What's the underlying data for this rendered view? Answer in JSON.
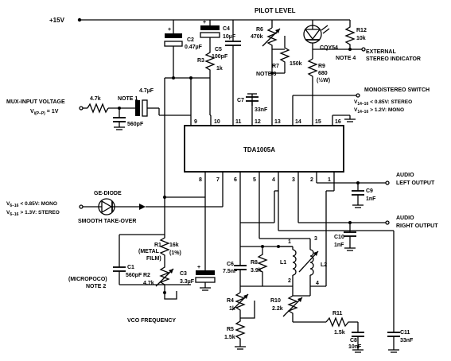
{
  "supply": "+15V",
  "pilot_level": "PILOT LEVEL",
  "ic": {
    "name": "TDA1005A",
    "pins_top": [
      "9",
      "10",
      "11",
      "12",
      "13",
      "14",
      "15",
      "16"
    ],
    "pins_bottom": [
      "8",
      "7",
      "6",
      "5",
      "4",
      "3",
      "2",
      "1"
    ]
  },
  "parts": {
    "c2": [
      "C2",
      "0.47µF"
    ],
    "c4": [
      "C4",
      "10µF"
    ],
    "r3": [
      "R3",
      "1k"
    ],
    "c5": [
      "C5",
      "100pF"
    ],
    "r6": [
      "R6",
      "470k"
    ],
    "r7": [
      "R7",
      "150k"
    ],
    "note3": "NOTE 3",
    "cqy": "CQY54",
    "r12": [
      "R12",
      "10k"
    ],
    "note4": "NOTE 4",
    "r9": [
      "R9",
      "680",
      "(½W)"
    ],
    "c7": [
      "C7",
      "33nF"
    ],
    "r_in": "4.7k",
    "c_in": "4.7µF",
    "c_560": "560pF",
    "note1": "NOTE 1",
    "c9": [
      "C9",
      "1nF"
    ],
    "c10": [
      "C10",
      "1nF"
    ],
    "r1": [
      "R1",
      "16k",
      "(METAL",
      "FILM)",
      "(1%)"
    ],
    "c1": [
      "C1",
      "560pF"
    ],
    "micropoco": [
      "(MICROPOCO)",
      "NOTE 2"
    ],
    "r2": [
      "R2",
      "4.7k"
    ],
    "c3": [
      "C3",
      "3.3µF"
    ],
    "c6": [
      "C6",
      "7.5nF"
    ],
    "r8": [
      "R8",
      "3.9k"
    ],
    "l1": "L1",
    "l2": "L2",
    "coil_pins": [
      "1",
      "2",
      "3",
      "4"
    ],
    "r4": [
      "R4",
      "1k"
    ],
    "r5": [
      "R5",
      "1.5k"
    ],
    "r10": [
      "R10",
      "2.2k"
    ],
    "r11": [
      "R11",
      "1.5k"
    ],
    "c8": [
      "C8",
      "10nF"
    ],
    "c11": [
      "C11",
      "33nF"
    ]
  },
  "labels": {
    "external_indicator": [
      "EXTERNAL",
      "STEREO INDICATOR"
    ],
    "mux_input": "MUX-INPUT VOLTAGE",
    "mux_value": "V",
    "mux_sub": "i(P–P)",
    "mux_eq": " = 1V",
    "mono_stereo_switch": "MONO/STEREO SWITCH",
    "v14_sub": "14–16",
    "v14_stereo": "< 0.85V: STEREO",
    "v14_mono": "> 1.2V: MONO",
    "ge_diode": "GE-DIODE",
    "v6_sub": "6–16",
    "v6_mono": "< 0.85V: MONO",
    "v6_stereo": "> 1.3V: STEREO",
    "smooth": "SMOOTH TAKE-OVER",
    "audio_left": [
      "AUDIO",
      "LEFT OUTPUT"
    ],
    "audio_right": [
      "AUDIO",
      "RIGHT OUTPUT"
    ],
    "vco_frequency": "VCO FREQUENCY"
  }
}
